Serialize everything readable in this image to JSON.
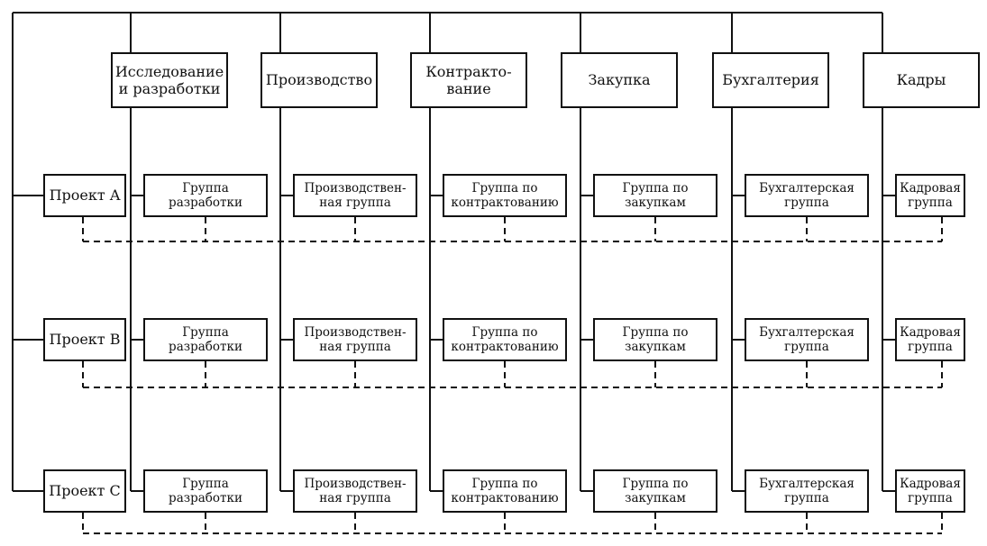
{
  "departments": [
    "Исследование\nи разработки",
    "Производство",
    "Контракто-\nвание",
    "Закупка",
    "Бухгалтерия",
    "Кадры"
  ],
  "projects": [
    "Проект A",
    "Проект B",
    "Проект C"
  ],
  "groups": [
    "Группа\nразработки",
    "Производствен-\nная группа",
    "Группа по\nконтрактованию",
    "Группа по\nзакупкам",
    "Бухгалтерская\nгруппа",
    "Кадровая\nгруппа"
  ]
}
